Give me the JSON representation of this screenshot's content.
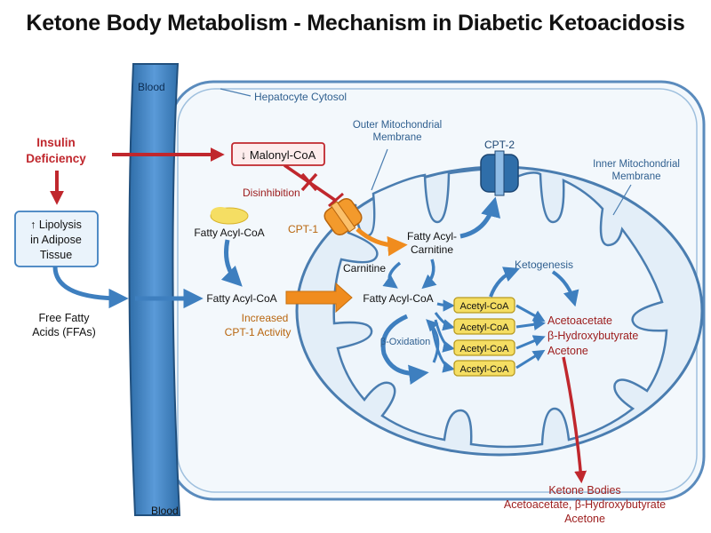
{
  "title": "Ketone Body Metabolism - Mechanism in Diabetic Ketoacidosis",
  "labels": {
    "blood_top": "Blood",
    "blood_bottom": "Blood",
    "hepatocyte_cytosol": "Hepatocyte Cytosol",
    "outer_membrane_1": "Outer Mitochondrial",
    "outer_membrane_2": "Membrane",
    "inner_membrane_1": "Inner Mitochondrial",
    "inner_membrane_2": "Membrane",
    "insulin_1": "Insulin",
    "insulin_2": "Deficiency",
    "lipolysis_1": "↑ Lipolysis",
    "lipolysis_2": "in Adipose",
    "lipolysis_3": "Tissue",
    "ffa_1": "Free Fatty",
    "ffa_2": "Acids (FFAs)",
    "malonyl": "↓ Malonyl-CoA",
    "disinhibition": "Disinhibition",
    "cpt1": "CPT-1",
    "cpt2": "CPT-2",
    "fatty_acyl_coa_droplet": "Fatty Acyl-CoA",
    "fatty_acyl_coa_cytosol": "Fatty Acyl-CoA",
    "increased_1": "Increased",
    "increased_2": "CPT-1 Activity",
    "fatty_acyl_carnitine_1": "Fatty Acyl-",
    "fatty_acyl_carnitine_2": "Carnitine",
    "carnitine": "Carnitine",
    "fatty_acyl_coa_matrix": "Fatty Acyl-CoA",
    "beta_oxidation": "β-Oxidation",
    "ketogenesis": "Ketogenesis",
    "acetyl_coa": [
      "Acetyl-CoA",
      "Acetyl-CoA",
      "Acetyl-CoA",
      "Acetyl-CoA"
    ],
    "acetoacetate": "Acetoacetate",
    "hydroxybutyrate": "β-Hydroxybutyrate",
    "acetone": "Acetone",
    "ketone_bodies_1": "Ketone Bodies",
    "ketone_bodies_2": "Acetoacetate, β-Hydroxybutyrate",
    "ketone_bodies_3": "Acetone"
  },
  "colors": {
    "blue_arrow": "#3e7fbf",
    "red_arrow": "#c0272d",
    "orange_arrow": "#f08c1e",
    "membrane": "#4a7db0",
    "cytosol_fill": "#f3f8fc",
    "matrix_fill": "#eef5fb",
    "vessel": "#4a88c8",
    "acetyl_fill": "#f5de63",
    "ketone_text": "#9c1c1c"
  }
}
